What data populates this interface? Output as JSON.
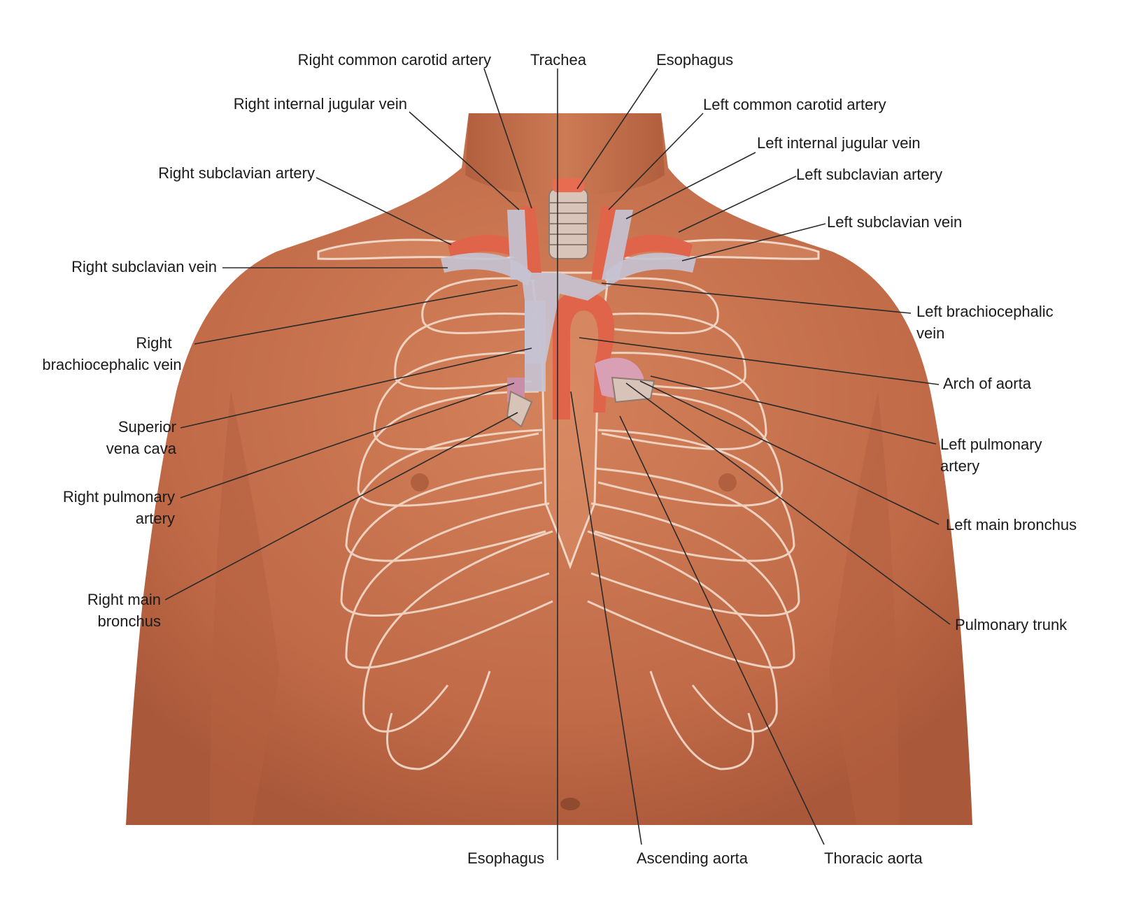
{
  "labels": {
    "right_common_carotid_artery": "Right common carotid artery",
    "trachea": "Trachea",
    "esophagus_top": "Esophagus",
    "right_internal_jugular_vein": "Right internal jugular vein",
    "left_common_carotid_artery": "Left common carotid artery",
    "left_internal_jugular_vein": "Left internal jugular vein",
    "right_subclavian_artery": "Right subclavian artery",
    "left_subclavian_artery": "Left subclavian artery",
    "left_subclavian_vein": "Left subclavian vein",
    "right_subclavian_vein": "Right subclavian vein",
    "left_brachiocephalic_vein_1": "Left brachiocephalic",
    "left_brachiocephalic_vein_2": "vein",
    "right_brachiocephalic_vein_1": "Right",
    "right_brachiocephalic_vein_2": "brachiocephalic vein",
    "arch_of_aorta": "Arch of aorta",
    "superior_vena_cava_1": "Superior",
    "superior_vena_cava_2": "vena cava",
    "left_pulmonary_artery_1": "Left pulmonary",
    "left_pulmonary_artery_2": "artery",
    "right_pulmonary_artery_1": "Right pulmonary",
    "right_pulmonary_artery_2": "artery",
    "left_main_bronchus": "Left main bronchus",
    "right_main_bronchus_1": "Right main",
    "right_main_bronchus_2": "bronchus",
    "pulmonary_trunk": "Pulmonary trunk",
    "esophagus_bottom": "Esophagus",
    "ascending_aorta": "Ascending aorta",
    "thoracic_aorta": "Thoracic aorta"
  },
  "colors": {
    "skin": "#c8744f",
    "skin_dark": "#a85a3c",
    "skin_light": "#d98a63",
    "bone_outline": "#f1d6c6",
    "artery": "#e0644a",
    "vein": "#b9b7c9",
    "vein_dark": "#5d6a99",
    "leader": "#2a2a2a"
  }
}
